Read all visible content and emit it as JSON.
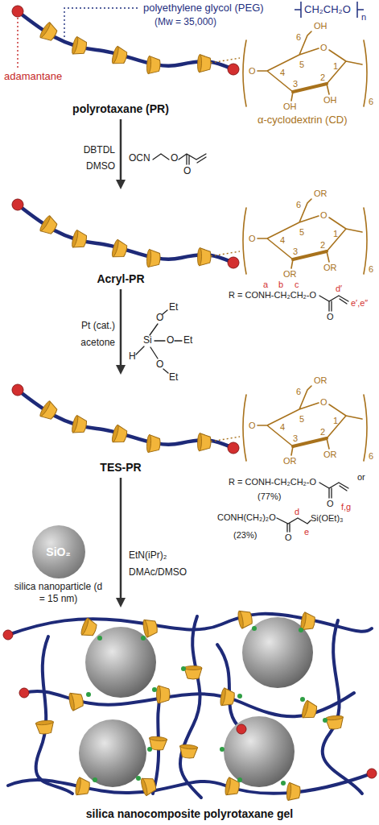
{
  "diagram": {
    "nodes": [
      {
        "text": [
          "polyrotaxane (PR)"
        ]
      },
      {
        "text": [
          "Acryl-PR"
        ]
      },
      {
        "text": [
          "TES-PR"
        ]
      },
      {
        "text": [
          "SiO₂",
          "silica nanoparticle (d = 15 nm)"
        ]
      },
      {
        "text": [
          "silica nanocomposite polyrotaxane gel"
        ]
      }
    ],
    "edges": [
      {
        "from": 0,
        "to": 1,
        "arrow": "to"
      },
      {
        "from": 1,
        "to": 2,
        "arrow": "to"
      },
      {
        "from": 2,
        "to": 4,
        "arrow": "to"
      }
    ],
    "labels": [
      "polyethylene glycol (PEG)",
      "(Mw = 35,000)",
      "CH₂CH₂O",
      "n",
      "adamantane",
      "α-cyclodextrin (CD)",
      "OH",
      "6",
      "5",
      "4",
      "O",
      "1",
      "2",
      "3",
      "O",
      "OH",
      "OH",
      "6",
      "DBTDL",
      "DMSO",
      "OCN",
      "O",
      "O",
      "OR",
      "6",
      "5",
      "4",
      "O",
      "1",
      "2",
      "3",
      "O",
      "OR",
      "OR",
      "6",
      "R = CONH-CH₂CH₂-O",
      "a",
      "b",
      "c",
      "d′",
      "e′,e″",
      "O",
      "Pt (cat.)",
      "acetone",
      "H",
      "Si",
      "O",
      "Et",
      "O",
      "Et",
      "O",
      "Et",
      "OR",
      "6",
      "5",
      "4",
      "O",
      "1",
      "2",
      "3",
      "O",
      "OR",
      "OR",
      "6",
      "R = CONH-CH₂CH₂-O",
      "O",
      "(77%)",
      "or",
      "CONH(CH₂)₂O",
      "O",
      "d",
      "e",
      "Si(OEt)₃",
      "f,g",
      "(23%)",
      "EtN(iPr)₂",
      "DMAc/DMSO"
    ]
  }
}
